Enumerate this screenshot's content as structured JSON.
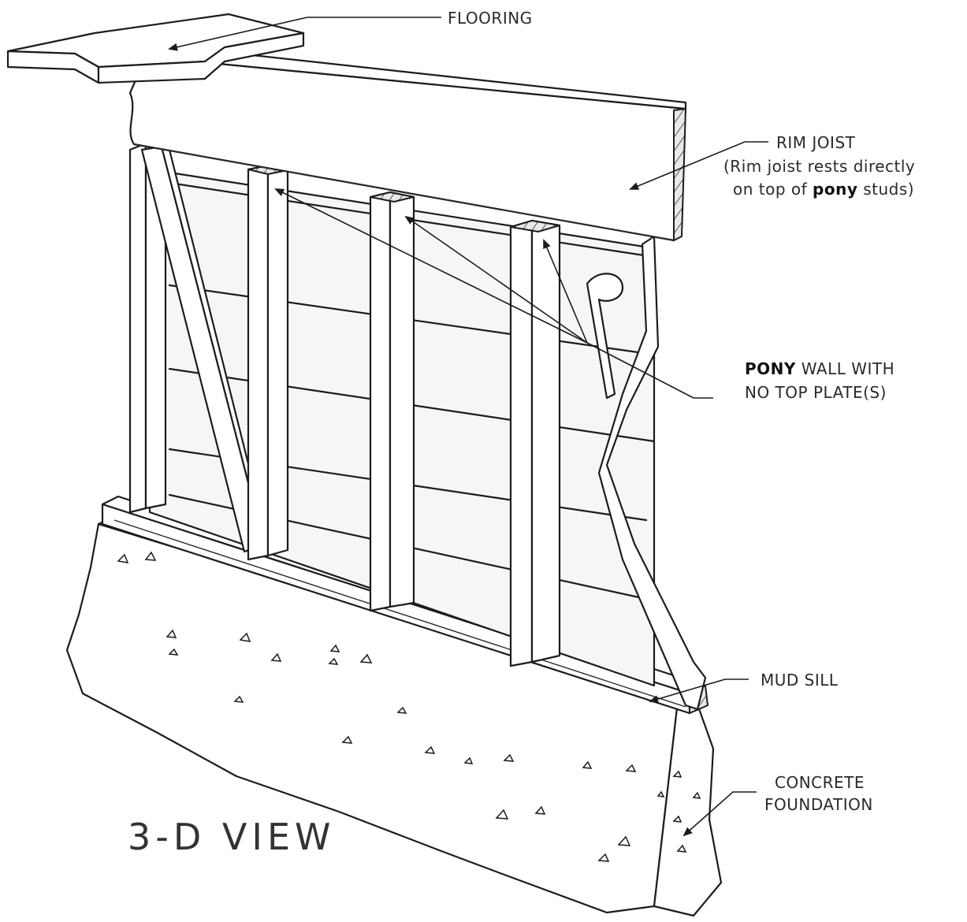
{
  "labels": {
    "flooring": "FLOORING",
    "rim_joist": "RIM JOIST",
    "rim_note_line1": "(Rim joist rests directly",
    "rim_note_line2_pre": "on top of ",
    "rim_note_line2_bold": "pony",
    "rim_note_line2_post": " studs)",
    "pony_wall_bold": "PONY",
    "pony_wall_rest": " WALL WITH",
    "pony_wall_line2": "NO TOP PLATE(S)",
    "mud_sill": "MUD SILL",
    "concrete_line1": "CONCRETE",
    "concrete_line2": "FOUNDATION",
    "view_title": "3-D VIEW"
  }
}
